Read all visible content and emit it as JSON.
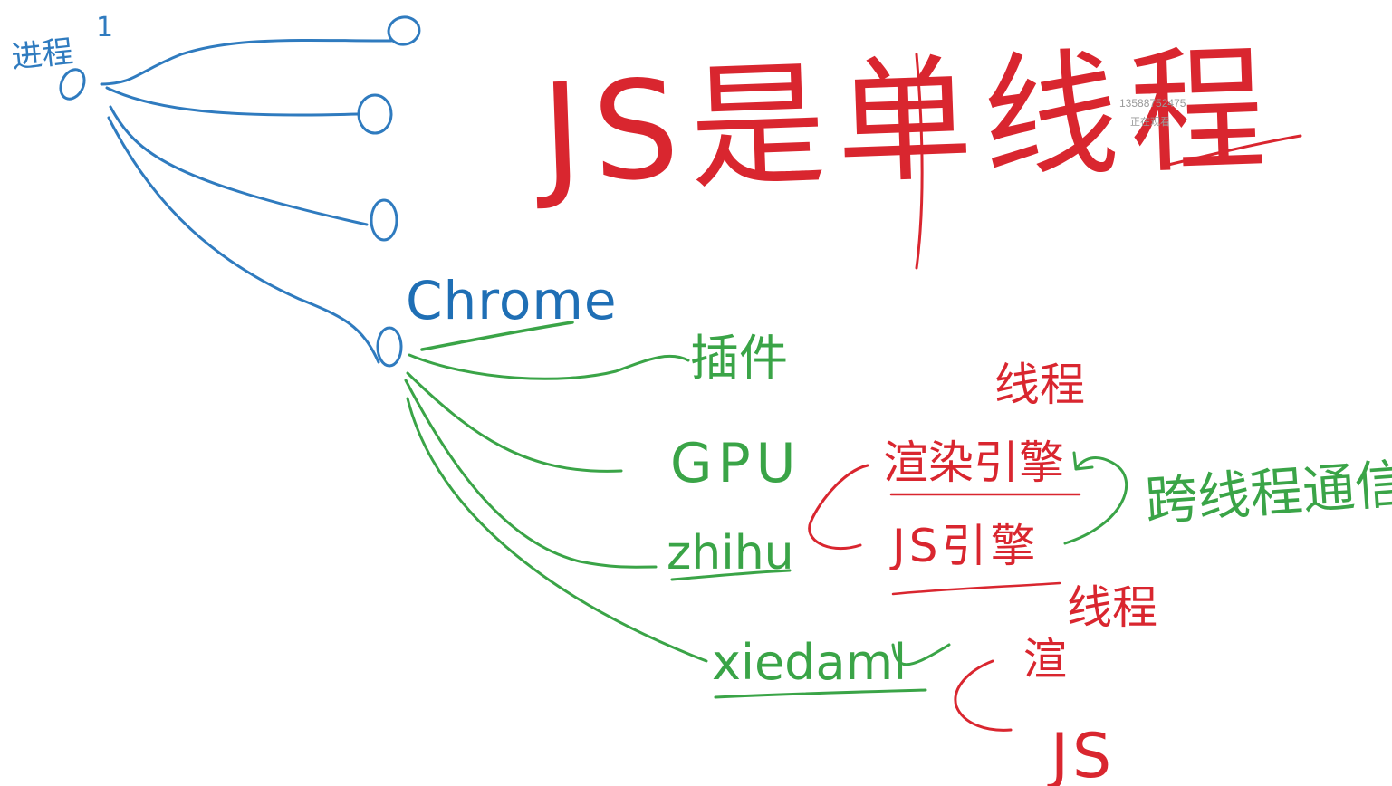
{
  "colors": {
    "blue": "#2f7bbf",
    "blue_text": "#1f6fb5",
    "red": "#d9262f",
    "green": "#3aa447",
    "watermark": "#9a9a9a"
  },
  "title": "JS是单线程",
  "root": {
    "label": "进程",
    "index": "1"
  },
  "chrome": {
    "label": "Chrome"
  },
  "branches": {
    "plugin": "插件",
    "gpu": "GPU",
    "zhihu": "zhihu",
    "xiedaml": "xiedaml"
  },
  "zhihu_notes": {
    "thread_top": "线程",
    "render_engine": "渲染引擎",
    "js_engine": "JS引擎",
    "thread_bottom": "线程",
    "cross_thread": "跨线程通信"
  },
  "xiedaml_notes": {
    "render": "渲",
    "js": "JS"
  },
  "watermark": {
    "id": "13588752475",
    "status": "正在观看"
  }
}
